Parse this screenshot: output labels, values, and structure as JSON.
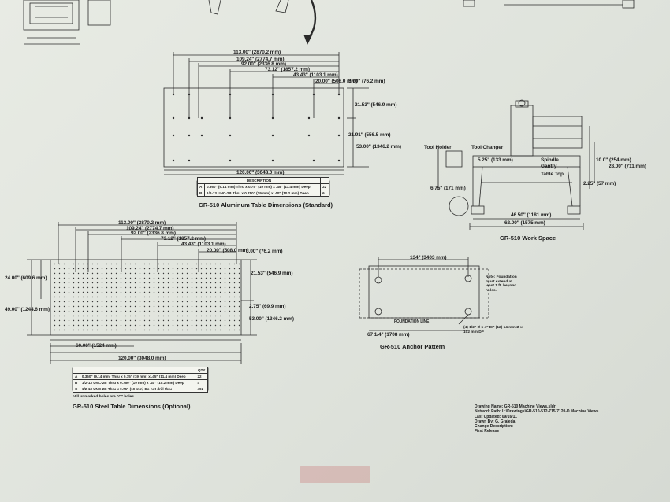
{
  "aluminum": {
    "dims": {
      "d1": "113.00\" (2870.2 mm)",
      "d2": "109.24\" (2774.7 mm)",
      "d3": "92.00\" (2336.8 mm)",
      "d4": "73.12\" (1857.2 mm)",
      "d5": "43.43\" (1103.1 mm)",
      "d6": "20.00\" (508.0 mm)",
      "d7": "3.00\" (76.2 mm)",
      "r1": "21.53\" (546.9 mm)",
      "r2": "21.91\" (556.5 mm)",
      "r3": "53.00\" (1346.2 mm)",
      "bottom": "120.00\" (3048.0 mm)"
    },
    "table_header": "DESCRIPTION",
    "table_rows": [
      {
        "key": "A",
        "text": "0.360\" (9.14 mm) Thru x 0.75\" (19 mm) x .45\" (11.4 mm) Deep",
        "qty": "22"
      },
      {
        "key": "B",
        "text": "1/2-13 UNC-2B Thru x 0.750\" (19 mm) x .40\" (10.2 mm) Deep",
        "qty": "6"
      }
    ],
    "caption": "GR-510 Aluminum Table Dimensions (Standard)"
  },
  "workspace": {
    "labels": {
      "tool_changer": "Tool Changer",
      "spindle": "Spindle",
      "gantry": "Gantry",
      "table_top": "Table Top",
      "tool_holder": "Tool Holder",
      "dim1": "5.25\" (133 mm)",
      "dim2": "6.75\" (171 mm)",
      "dim3": "46.50\" (1181 mm)",
      "dim4": "62.00\" (1575 mm)",
      "dim5": "10.0\" (254 mm)",
      "dim6": "2.25\" (57 mm)",
      "dim7": "28.00\" (711 mm)"
    },
    "caption": "GR-510 Work Space"
  },
  "steel": {
    "dims": {
      "d1": "113.00\" (2870.2 mm)",
      "d2": "109.24\" (2774.7 mm)",
      "d3": "92.00\" (2336.8 mm)",
      "d4": "73.12\" (1857.2 mm)",
      "d5": "43.43\" (1103.1 mm)",
      "d6": "20.00\" (508.0 mm)",
      "d7": "3.00\" (76.2 mm)",
      "r1": "21.53\" (546.9 mm)",
      "r2": "2.75\" (69.9 mm)",
      "r3": "53.00\" (1346.2 mm)",
      "left1": "24.00\" (609.6 mm)",
      "left2": "49.00\" (1244.6 mm)",
      "b1": "60.00\" (1524 mm)",
      "b2": "120.00\" (3048.0 mm)"
    },
    "table_header": "QTY",
    "table_rows": [
      {
        "key": "A",
        "text": "0.360\" (9.14 mm) Thru x 0.75\" (19 mm) x .45\" (11.4 mm) Deep",
        "qty": "22"
      },
      {
        "key": "B",
        "text": "1/2-13 UNC-2B Thru x 0.750\" (19 mm) x .40\" (10.2 mm) Deep",
        "qty": "4"
      },
      {
        "key": "C",
        "text": "1/2-13 UNC-2B Thru x 0.75\" (19 mm) Do not drill thru",
        "qty": "492"
      }
    ],
    "footnote": "*All unmarked holes are \"C\" holes.",
    "caption": "GR-510 Steel Table Dimensions (Optional)"
  },
  "anchor": {
    "top_dim": "134\" (3403 mm)",
    "left_dim": "67 1/4\" (1708 mm)",
    "note": "Note: Foundation must extend at least 1 ft. beyond holes.",
    "foundation": "FOUNDATION LINE",
    "hole_note": "(4) 1/2\" Ø x 4\" DP (12) 14 mm Ø x 102 mm DP",
    "caption": "GR-510 Anchor Pattern"
  },
  "info": {
    "drawing_name": "Drawing Name: GR-510 Machine Views.sldr",
    "network_path": "Network Path: L:\\Drawings\\GR-510-512-715-7120-D Machine Views",
    "last_updated": "Last Updated: 09/16/11",
    "drawn_by": "Drawn By: G. Grajeda",
    "change_description": "Change Description:",
    "release": "First Release"
  },
  "colors": {
    "paper": "#e3e6df",
    "line": "#2a2a2a"
  }
}
